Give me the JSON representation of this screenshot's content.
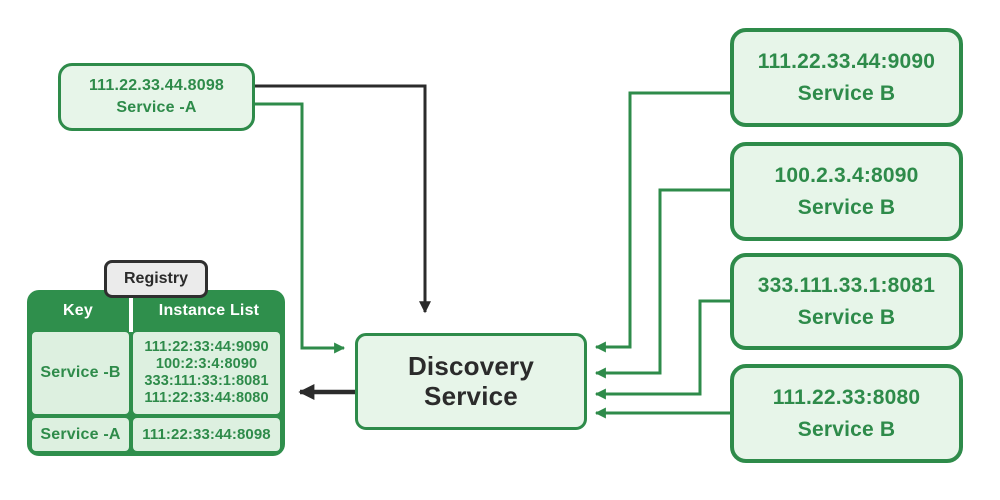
{
  "colors": {
    "green_border": "#2e8b4a",
    "green_header_bg": "#2f8f4c",
    "light_green_fill": "#e7f5e9",
    "table_cell_fill": "#ddf0e0",
    "black_line": "#2b2b2b",
    "registry_label_bg": "#ebebeb"
  },
  "client": {
    "address": "111.22.33.44.8098",
    "name": "Service -A"
  },
  "discovery": {
    "line1": "Discovery",
    "line2": "Service"
  },
  "registry": {
    "label": "Registry",
    "columns": [
      "Key",
      "Instance List"
    ],
    "rows": [
      {
        "key": "Service -B",
        "instances": [
          "111:22:33:44:9090",
          "100:2:3:4:8090",
          "333:111:33:1:8081",
          "111:22:33:44:8080"
        ]
      },
      {
        "key": "Service -A",
        "instances": [
          "111:22:33:44:8098"
        ]
      }
    ]
  },
  "instances": [
    {
      "address": "111.22.33.44:9090",
      "name": "Service B"
    },
    {
      "address": "100.2.3.4:8090",
      "name": "Service B"
    },
    {
      "address": "333.111.33.1:8081",
      "name": "Service B"
    },
    {
      "address": "111.22.33:8080",
      "name": "Service B"
    }
  ]
}
